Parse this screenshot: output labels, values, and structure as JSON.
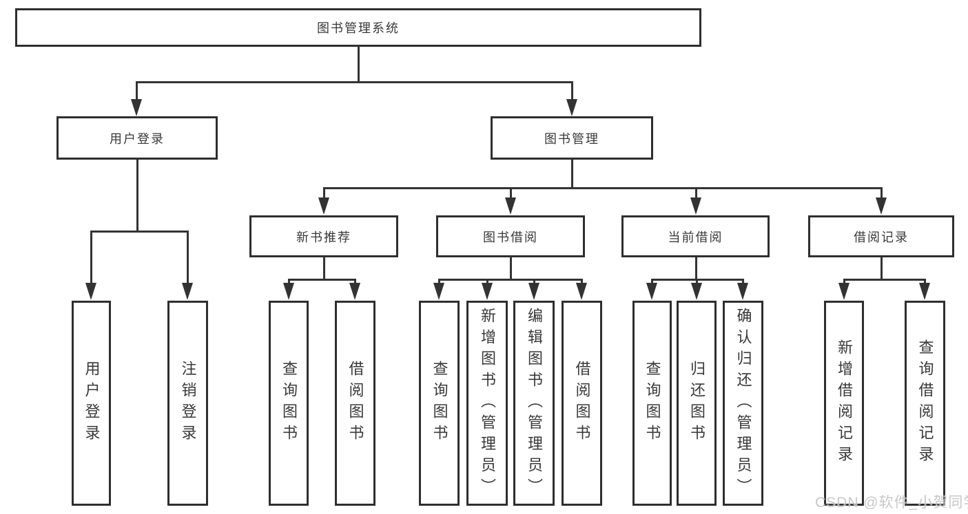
{
  "diagram_title": "图书管理系统",
  "nodes": {
    "root": "图书管理系统",
    "user_login": "用户登录",
    "book_mgmt": "图书管理",
    "new_book_rec": "新书推荐",
    "book_borrow": "图书借阅",
    "current_borrow": "当前借阅",
    "borrow_records": "借阅记录",
    "leaf_user_login": "用户登录",
    "leaf_logout": "注销登录",
    "leaf_query_book_rec": "查询图书",
    "leaf_borrow_book_rec": "借阅图书",
    "leaf_query_book_borrow": "查询图书",
    "leaf_add_book_admin": "新增图书（管理员）",
    "leaf_edit_book_admin": "编辑图书（管理员）",
    "leaf_borrow_book_borrow": "借阅图书",
    "leaf_query_book_current": "查询图书",
    "leaf_return_book": "归还图书",
    "leaf_confirm_return_admin": "确认归还（管理员）",
    "leaf_add_borrow_record": "新增借阅记录",
    "leaf_query_borrow_record": "查询借阅记录"
  },
  "edges": [
    "图书管理系统→用户登录",
    "图书管理系统→图书管理",
    "用户登录→用户登录",
    "用户登录→注销登录",
    "图书管理→新书推荐",
    "图书管理→图书借阅",
    "图书管理→当前借阅",
    "图书管理→借阅记录",
    "新书推荐→查询图书",
    "新书推荐→借阅图书",
    "图书借阅→查询图书",
    "图书借阅→新增图书（管理员）",
    "图书借阅→编辑图书（管理员）",
    "图书借阅→借阅图书",
    "当前借阅→查询图书",
    "当前借阅→归还图书",
    "当前借阅→确认归还（管理员）",
    "借阅记录→新增借阅记录",
    "借阅记录→查询借阅记录"
  ],
  "colors": {
    "line": "#333333",
    "border": "#2e2e2e",
    "text": "#383838",
    "watermark": "#c3c3c3",
    "background": "#ffffff"
  },
  "watermark": "CSDN @软件_小贺同学"
}
